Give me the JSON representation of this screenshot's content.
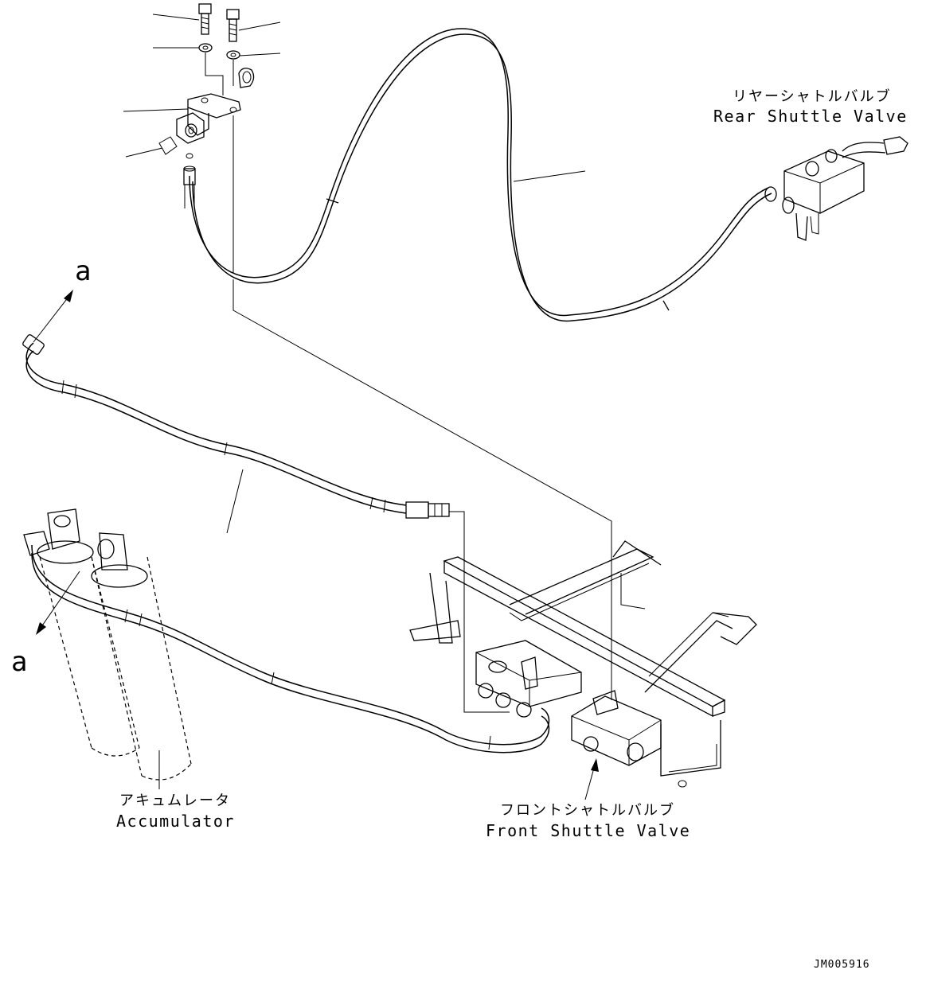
{
  "labels": {
    "rear_valve_jp": "リヤーシャトルバルブ",
    "rear_valve_en": "Rear Shuttle Valve",
    "accumulator_jp": "アキュムレータ",
    "accumulator_en": "Accumulator",
    "front_valve_jp": "フロントシャトルバルブ",
    "front_valve_en": "Front Shuttle Valve",
    "ref_a_top": "a",
    "ref_a_left": "a",
    "drawing_id": "JM005916"
  }
}
